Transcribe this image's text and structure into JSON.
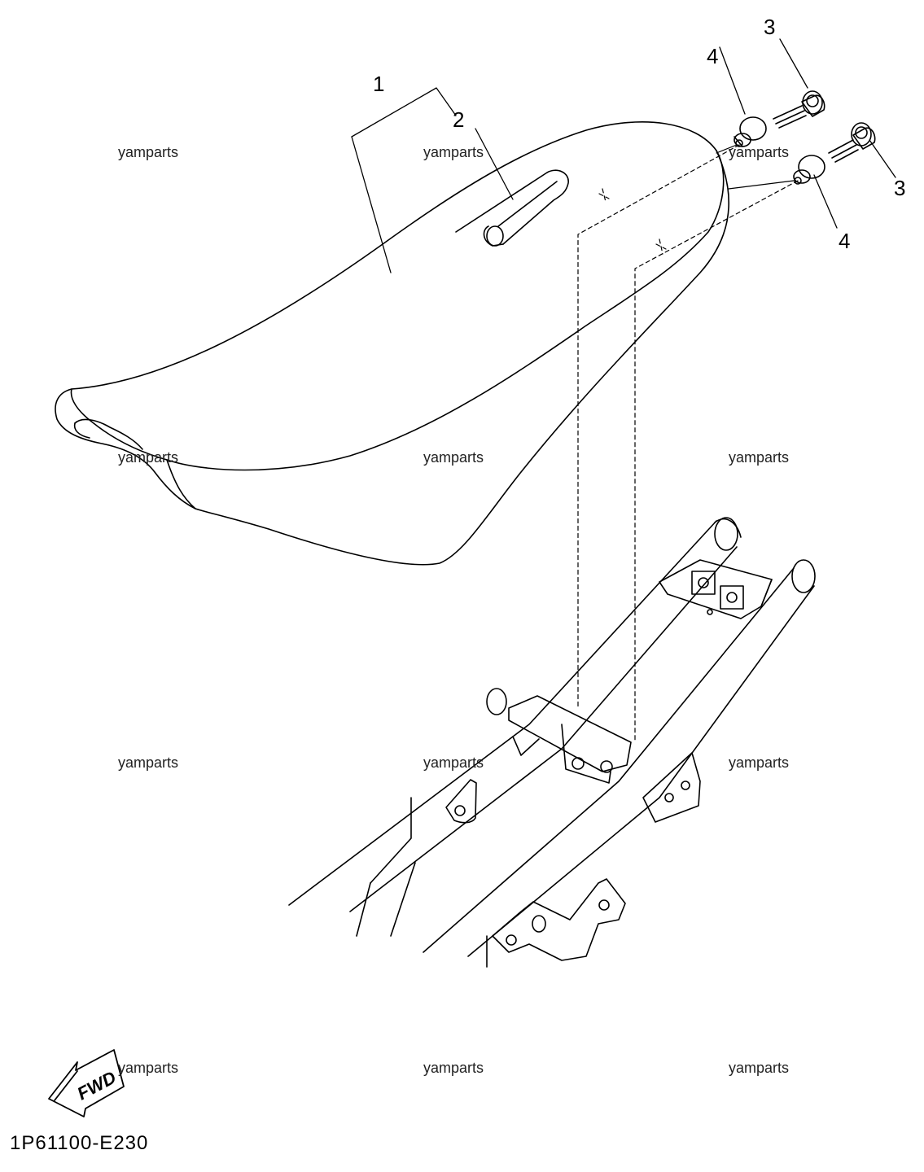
{
  "diagram": {
    "callouts": {
      "c1": "1",
      "c2": "2",
      "c3a": "3",
      "c3b": "3",
      "c4a": "4",
      "c4b": "4"
    },
    "watermarks": [
      "yamparts",
      "yamparts",
      "yamparts",
      "yamparts",
      "yamparts",
      "yamparts",
      "yamparts",
      "yamparts",
      "yamparts",
      "yamparts",
      "yamparts",
      "yamparts"
    ],
    "fwd_label": "FWD",
    "diagram_code": "1P61100-E230"
  }
}
